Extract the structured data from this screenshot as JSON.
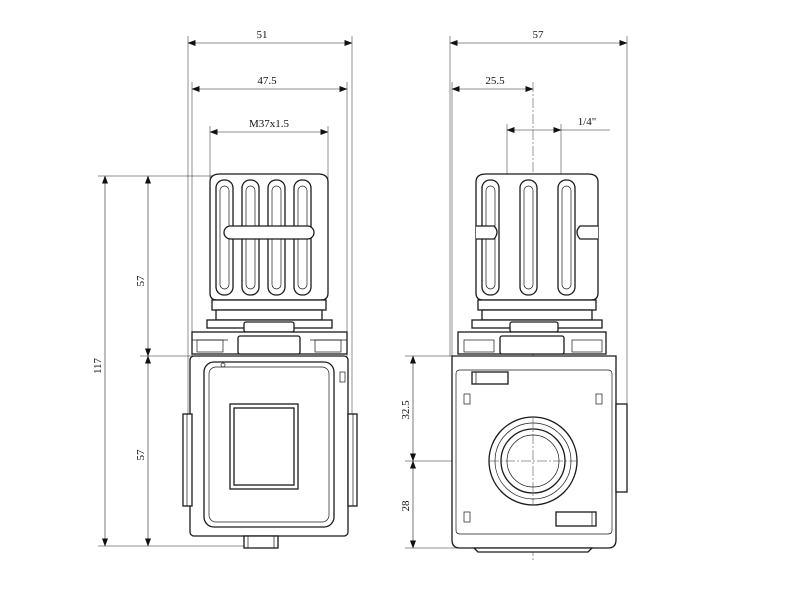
{
  "dimensions": {
    "front_width_overall": "51",
    "front_width_body": "47.5",
    "front_thread": "M37x1.5",
    "front_height_total": "117",
    "front_height_upper": "57",
    "front_height_lower": "57",
    "side_width_overall": "57",
    "side_width_half": "25.5",
    "side_port": "1/4\"",
    "side_height_port": "32.5",
    "side_height_base": "28"
  }
}
